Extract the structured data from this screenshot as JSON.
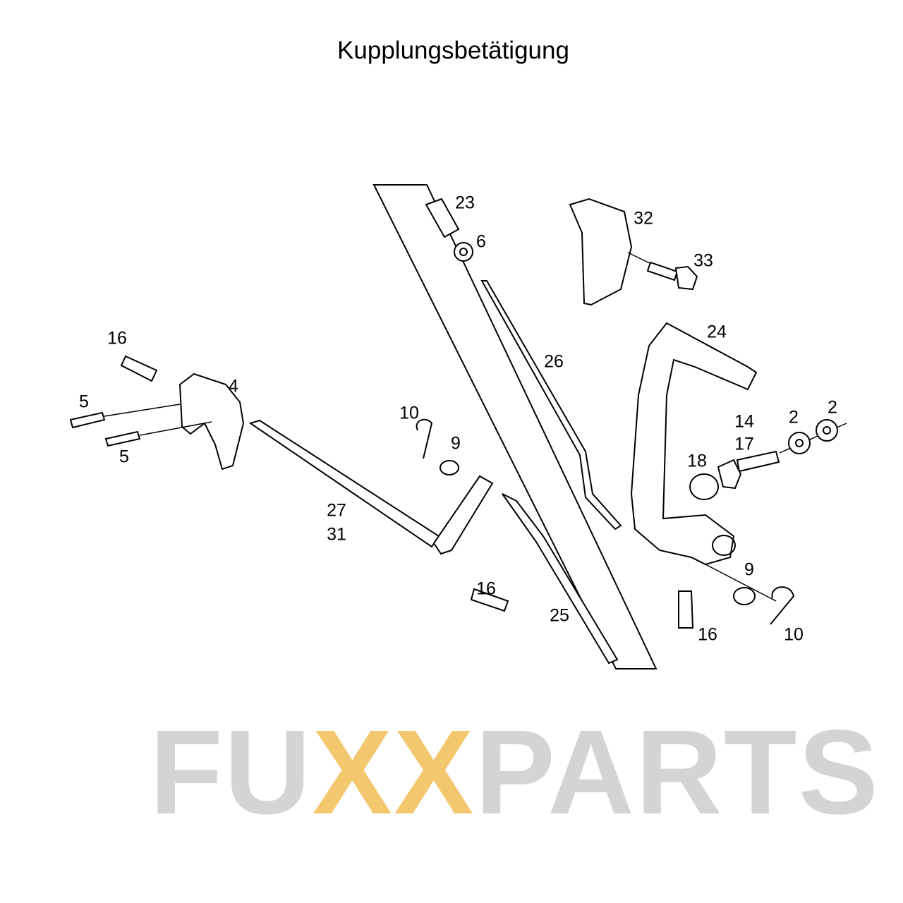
{
  "title": "Kupplungsbetätigung",
  "watermark": {
    "text_a": "FU",
    "text_x": "XX",
    "text_b": "PARTS",
    "accent": "#f5c86e"
  },
  "callouts": [
    "23",
    "6",
    "32",
    "33",
    "24",
    "26",
    "16",
    "4",
    "5",
    "5",
    "10",
    "9",
    "14",
    "17",
    "2",
    "2",
    "18",
    "27",
    "31",
    "16",
    "25",
    "9",
    "10",
    "16"
  ]
}
